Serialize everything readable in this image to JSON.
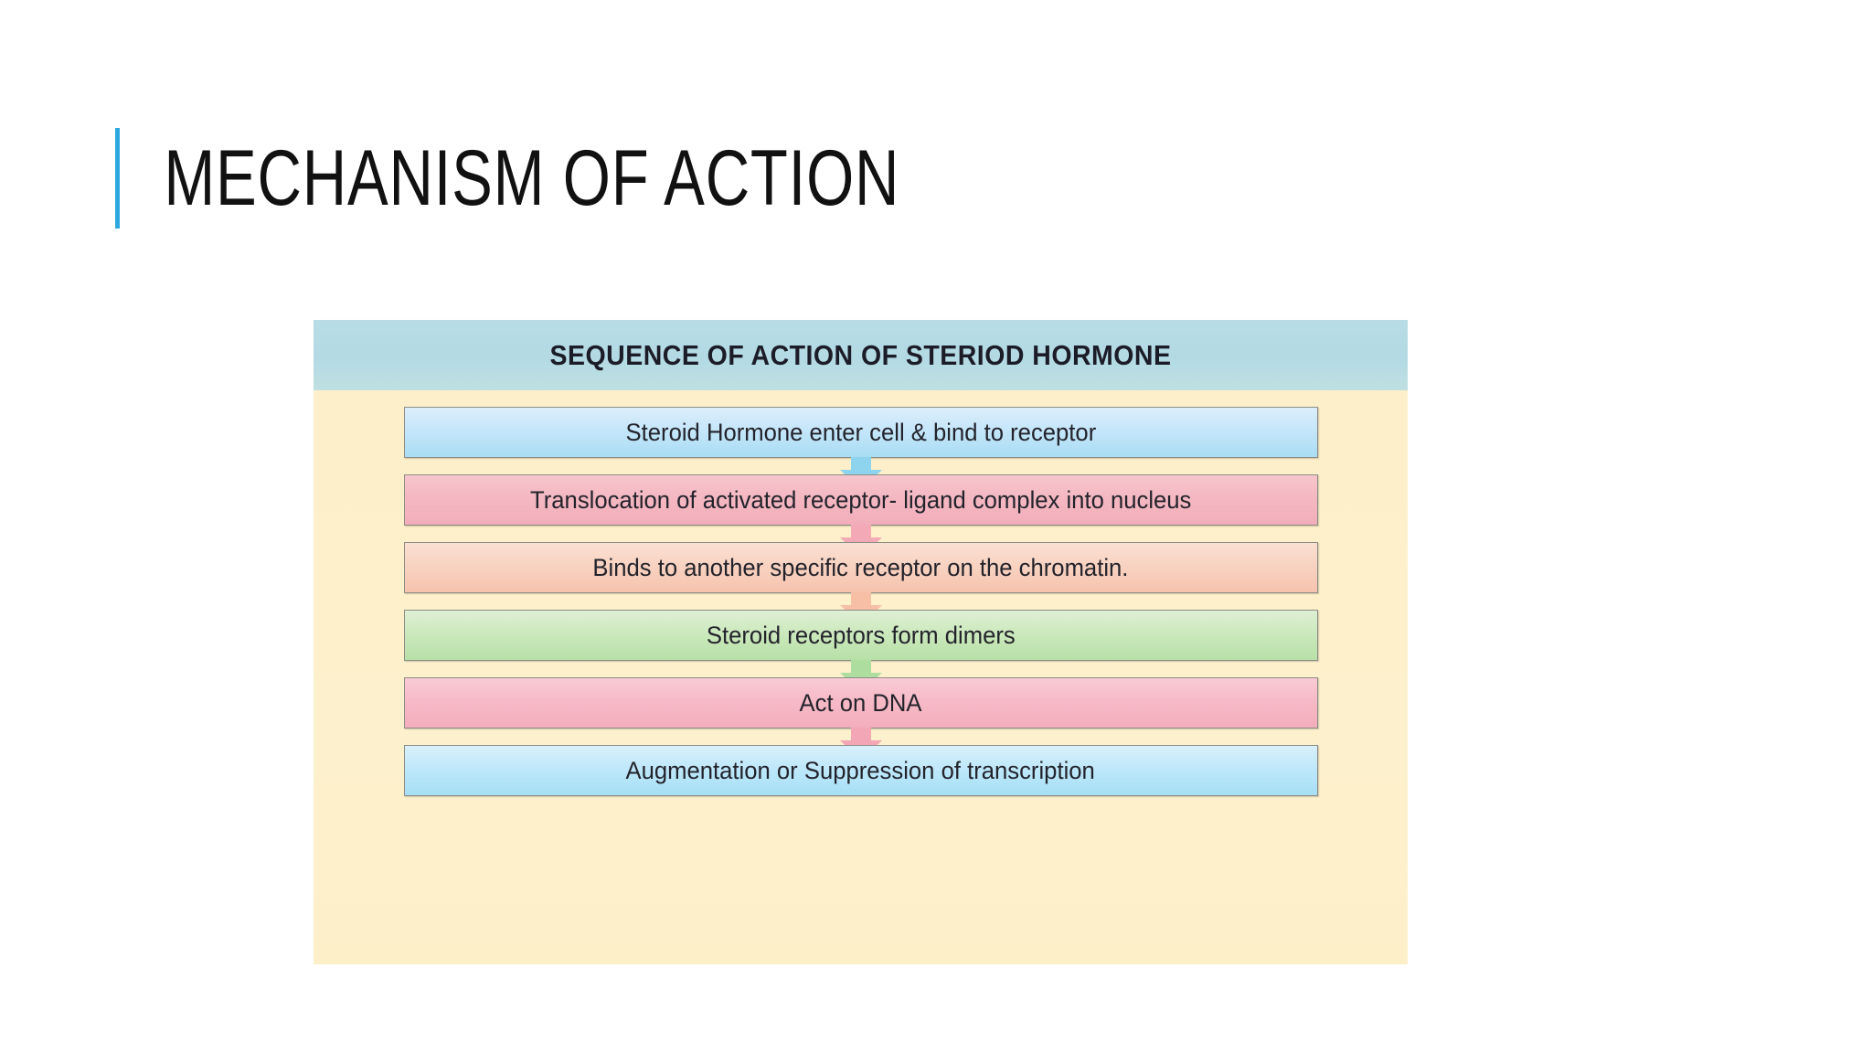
{
  "slide": {
    "title": "MECHANISM OF ACTION",
    "accent_color": "#2CA8E0",
    "background_color": "#FFFFFF"
  },
  "diagram": {
    "header_title": "SEQUENCE OF ACTION OF STERIOD HORMONE",
    "header_background": "#B5DCE5",
    "body_background": "#FDEFC8",
    "steps": [
      {
        "label": "Steroid Hormone enter cell & bind to receptor",
        "fill": "#C8E7FA",
        "arrow_color": "#8FD4EE"
      },
      {
        "label": "Translocation of activated receptor- ligand complex into nucleus",
        "fill": "#F4B8C2",
        "arrow_color": "#F3A9B6"
      },
      {
        "label": "Binds to another specific receptor on the chromatin.",
        "fill": "#F8D3C2",
        "arrow_color": "#F6BFA6"
      },
      {
        "label": "Steroid receptors form dimers",
        "fill": "#CCE9BE",
        "arrow_color": "#AEDDA0"
      },
      {
        "label": "Act on DNA",
        "fill": "#F6BAC7",
        "arrow_color": "#F2A6B6"
      },
      {
        "label": "Augmentation or Suppression of transcription",
        "fill": "#BFE8FA",
        "arrow_color": ""
      }
    ]
  }
}
